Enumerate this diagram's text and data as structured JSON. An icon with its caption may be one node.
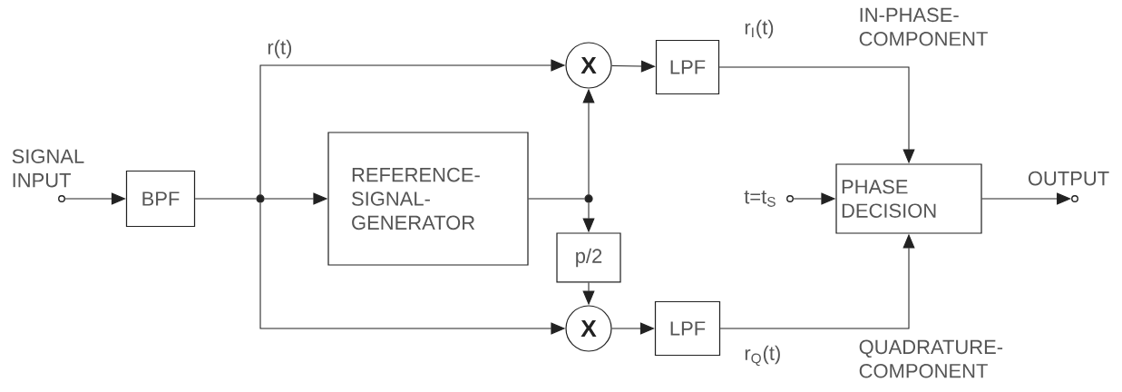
{
  "diagram": {
    "nodes": [
      {
        "text": [],
        "shape": "circle",
        "beside": [
          "SIGNAL INPUT"
        ]
      },
      {
        "text": [
          "BPF"
        ]
      },
      {
        "text": [],
        "shape": "circle"
      },
      {
        "text": [
          "REFERENCE-SIGNAL-GENERATOR"
        ]
      },
      {
        "text": [],
        "shape": "circle"
      },
      {
        "text": [
          "X"
        ]
      },
      {
        "text": [
          "p/2"
        ]
      },
      {
        "text": [
          "X"
        ]
      },
      {
        "text": [
          "LPF"
        ]
      },
      {
        "text": [
          "LPF"
        ]
      },
      {
        "text": [],
        "shape": "circle",
        "beside": [
          "t=t$_{S}$"
        ]
      },
      {
        "text": [
          "PHASE DECISION"
        ]
      },
      {
        "text": [],
        "shape": "circle",
        "beside": [
          "OUTPUT"
        ]
      }
    ],
    "edges": [
      {
        "from": 0,
        "to": 1,
        "arrow": "to"
      },
      {
        "from": 1,
        "to": 2,
        "arrow": "none"
      },
      {
        "from": 2,
        "to": 3,
        "arrow": "to"
      },
      {
        "from": 2,
        "to": 5,
        "arrow": "to",
        "label": "r(t)"
      },
      {
        "from": 2,
        "to": 7,
        "arrow": "to"
      },
      {
        "from": 3,
        "to": 4,
        "arrow": "none"
      },
      {
        "from": 4,
        "to": 5,
        "arrow": "to"
      },
      {
        "from": 4,
        "to": 6,
        "arrow": "to"
      },
      {
        "from": 6,
        "to": 7,
        "arrow": "to"
      },
      {
        "from": 5,
        "to": 8,
        "arrow": "to"
      },
      {
        "from": 7,
        "to": 9,
        "arrow": "to"
      },
      {
        "from": 8,
        "to": 11,
        "arrow": "to",
        "label": "r$_{I}$(t)"
      },
      {
        "from": 9,
        "to": 11,
        "arrow": "to",
        "label": "r$_{Q}$(t)"
      },
      {
        "from": 10,
        "to": 11,
        "arrow": "to"
      },
      {
        "from": 11,
        "to": 12,
        "arrow": "to"
      }
    ],
    "labels": [
      "IN-PHASE-COMPONENT",
      "QUADRATURE-COMPONENT"
    ]
  }
}
